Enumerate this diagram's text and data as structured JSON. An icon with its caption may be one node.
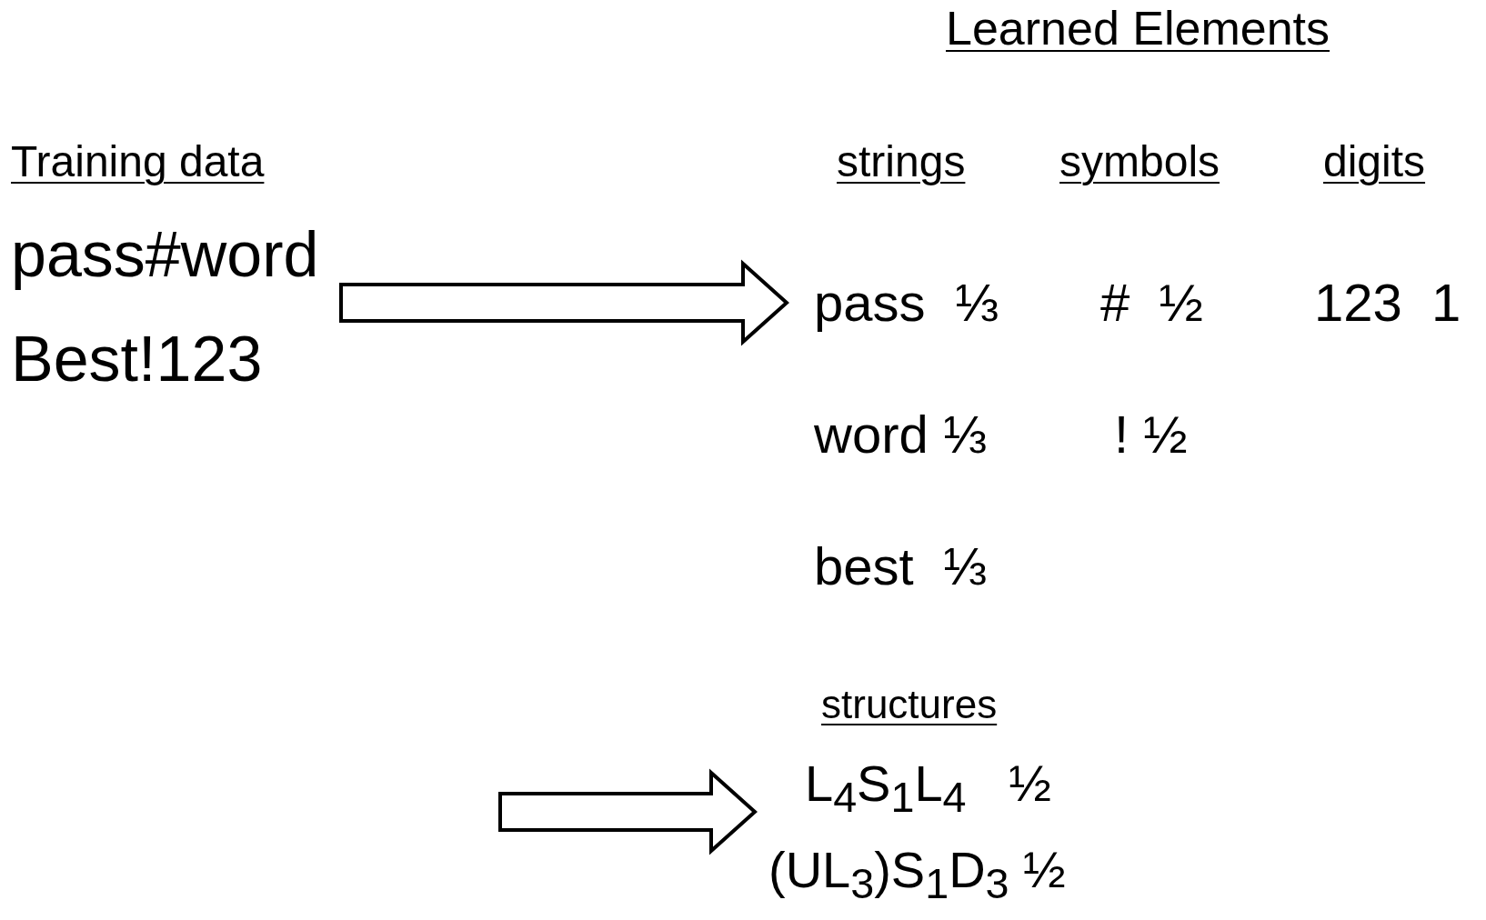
{
  "diagram": {
    "title": "Learned Elements",
    "nodes": [
      {
        "text": [
          "Training data",
          "pass#word",
          "Best!123"
        ]
      },
      {
        "text": [
          "strings",
          "symbols",
          "digits",
          "pass  ⅓",
          "#  ½",
          "123  1",
          "word ⅓",
          "! ½",
          "best  ⅓"
        ]
      },
      {
        "text": [
          "structures",
          "L$_{4}$S$_{1}$L$_{4}$   ½",
          "(UL$_{3}$)S$_{1}$D$_{3}$ ½"
        ]
      }
    ],
    "edges": [
      {
        "from": 0,
        "to": 1,
        "arrow": "to"
      },
      {
        "from": null,
        "to": 2,
        "arrow": "to"
      }
    ]
  }
}
